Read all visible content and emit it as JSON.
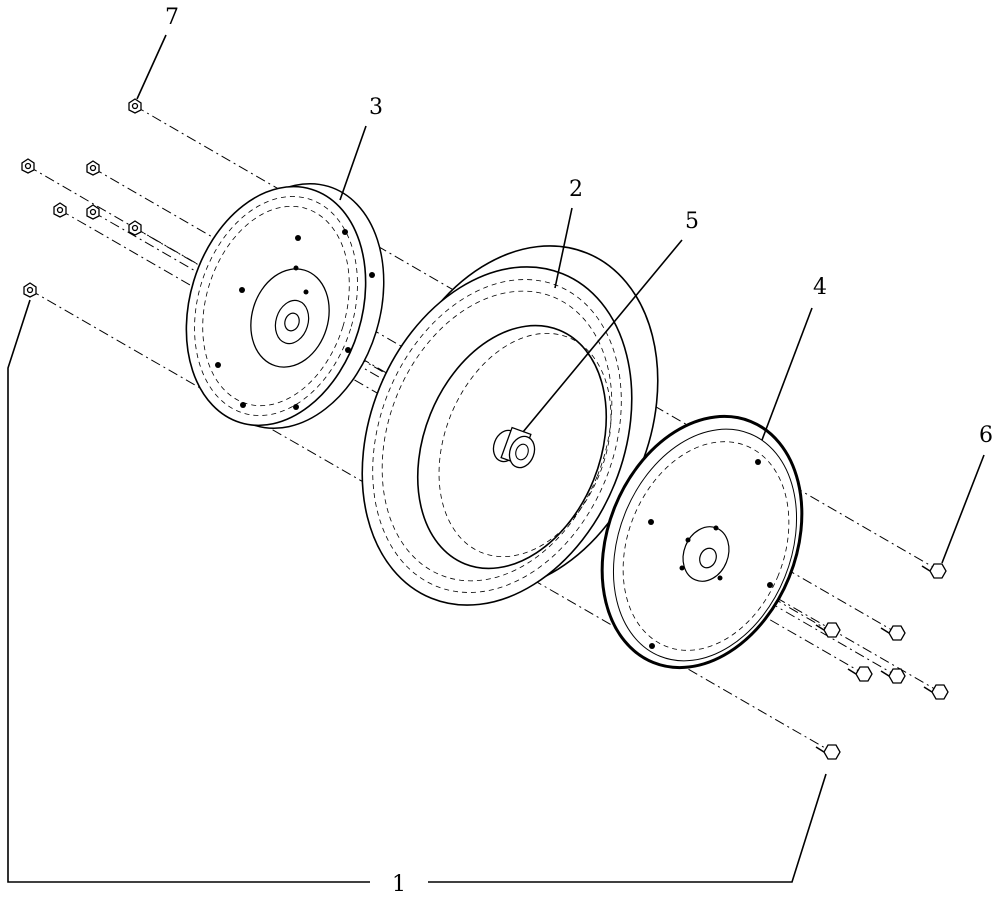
{
  "callouts": {
    "assembly": "1",
    "tire": "2",
    "inner_wheel_half": "3",
    "outer_wheel_half": "4",
    "bearing": "5",
    "bolt": "6",
    "nut": "7"
  }
}
